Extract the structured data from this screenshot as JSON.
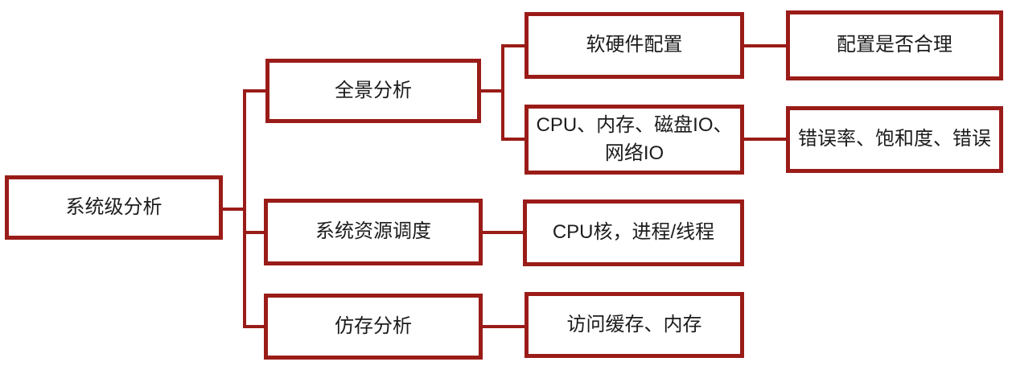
{
  "theme": {
    "border_color": "#9a1c18",
    "connector_color": "#9a1c18",
    "box_fill": "#ffffff",
    "text_color": "#1c1c1c",
    "background": "#ffffff"
  },
  "nodes": {
    "root": {
      "label": "系统级分析"
    },
    "pano": {
      "label": "全景分析"
    },
    "res": {
      "label": "系统资源调度"
    },
    "mem": {
      "label": "仿存分析"
    },
    "hwsw": {
      "label": "软硬件配置"
    },
    "cpuio": {
      "label": "CPU、内存、磁盘IO、网络IO"
    },
    "cpucore": {
      "label": "CPU核，进程/线程"
    },
    "cache": {
      "label": "访问缓存、内存"
    },
    "config": {
      "label": "配置是否合理"
    },
    "error": {
      "label": "错误率、饱和度、错误"
    }
  },
  "edges": [
    {
      "from": "root",
      "to": "pano"
    },
    {
      "from": "root",
      "to": "res"
    },
    {
      "from": "root",
      "to": "mem"
    },
    {
      "from": "pano",
      "to": "hwsw"
    },
    {
      "from": "pano",
      "to": "cpuio"
    },
    {
      "from": "hwsw",
      "to": "config"
    },
    {
      "from": "cpuio",
      "to": "error"
    },
    {
      "from": "res",
      "to": "cpucore"
    },
    {
      "from": "mem",
      "to": "cache"
    }
  ]
}
